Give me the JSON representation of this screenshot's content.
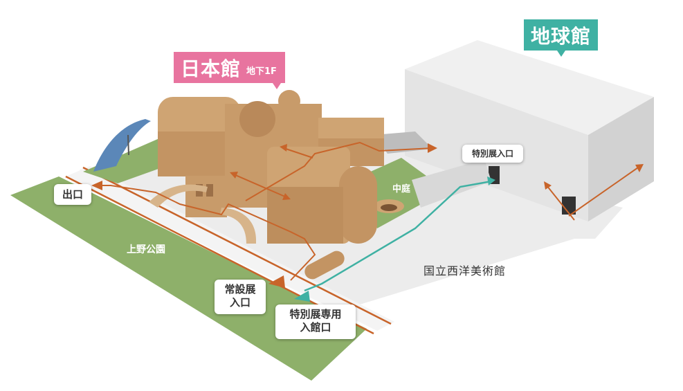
{
  "buildings": {
    "nihonkan": {
      "name": "日本館",
      "floor": "地下1F",
      "color": "#e8749f"
    },
    "chikyukan": {
      "name": "地球館",
      "color": "#3fb1a3"
    }
  },
  "labels": {
    "exit": "出口",
    "special_exhibition_entrance": "特別展入口",
    "regular_exhibition_entrance": [
      "常設展",
      "入口"
    ],
    "special_dedicated_entrance": [
      "特別展専用",
      "入館口"
    ]
  },
  "areas": {
    "ueno_park": "上野公園",
    "courtyard": "中庭",
    "western_art_museum": "国立西洋美術館"
  },
  "colors": {
    "route_regular": "#c8642a",
    "route_special": "#3fb1a3",
    "grass": "#8eb06a",
    "building_tan": "#cfa473",
    "building_grey": "#dedede",
    "ground": "#ececec",
    "road": "#cfcfcf"
  }
}
